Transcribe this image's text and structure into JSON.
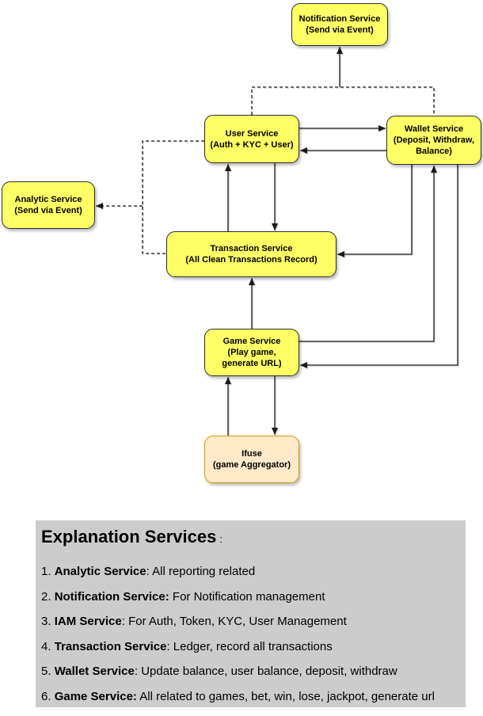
{
  "diagram": {
    "nodes": {
      "notification": {
        "title": "Notification Service",
        "subtitle": "(Send via Event)"
      },
      "user": {
        "title": "User Service",
        "subtitle": "(Auth + KYC + User)"
      },
      "wallet": {
        "title": "Wallet Service",
        "subtitle": "(Deposit, Withdraw,\nBalance)"
      },
      "analytic": {
        "title": "Analytic Service",
        "subtitle": "(Send via Event)"
      },
      "transaction": {
        "title": "Transaction Service",
        "subtitle": "(All Clean Transactions Record)"
      },
      "game": {
        "title": "Game Service",
        "subtitle": "(Play game,\ngenerate URL)"
      },
      "ifuse": {
        "title": "Ifuse",
        "subtitle": "(game Aggregator)"
      }
    },
    "colors": {
      "node_fill": "#FFFF66",
      "node_border": "#2d2d2d",
      "aggregator_fill": "#FFE9C9",
      "aggregator_border": "#D79B00",
      "panel_bg": "#CCCCCC",
      "edge": "#1a1a1a"
    }
  },
  "explanation": {
    "heading": "Explanation Services",
    "heading_suffix": ":",
    "items": [
      {
        "number": "1.",
        "term": "Analytic Service",
        "rest": ": All reporting related"
      },
      {
        "number": "2.",
        "term": "Notification Service:",
        "rest": " For Notification management"
      },
      {
        "number": "3.",
        "term": "IAM Service",
        "rest": ": For Auth, Token, KYC, User Management"
      },
      {
        "number": "4.",
        "term": "Transaction Service",
        "rest": ": Ledger, record all transactions"
      },
      {
        "number": "5.",
        "term": "Wallet Service",
        "rest": ": Update balance, user balance, deposit, withdraw"
      },
      {
        "number": "6.",
        "term": "Game Service:",
        "rest": " All related to games, bet, win, lose, jackpot, generate url"
      }
    ]
  }
}
